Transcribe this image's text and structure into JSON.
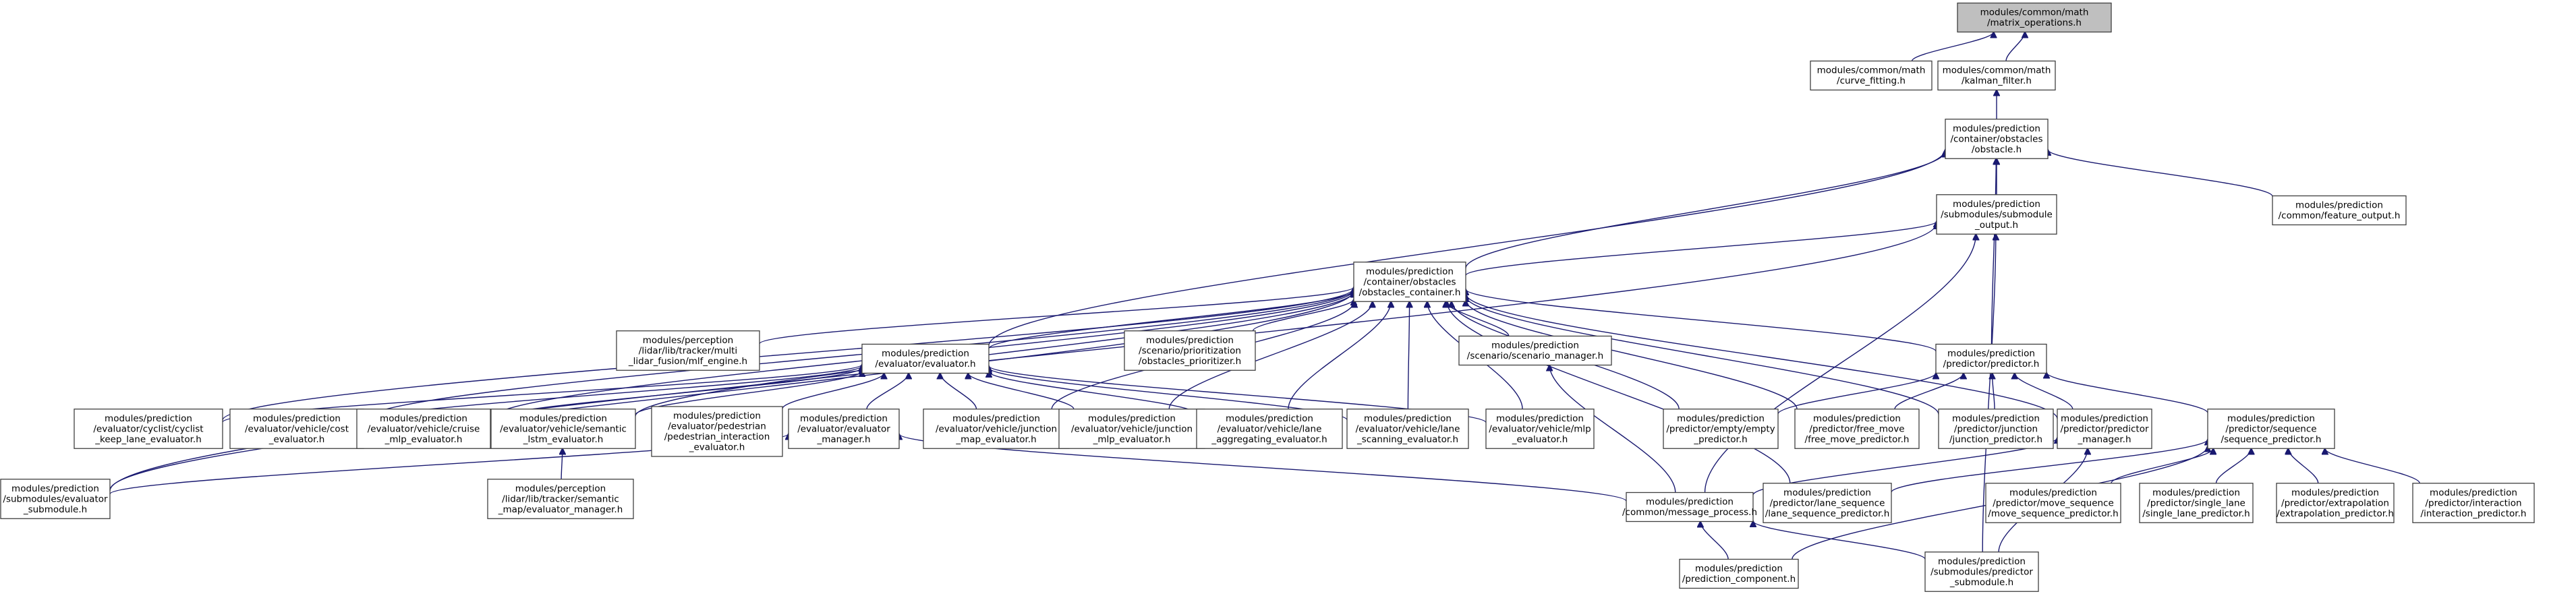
{
  "graph": {
    "edge_color": "#191970",
    "node_border_color": "#404040",
    "root_fill_color": "#bfbfbf",
    "nodes": [
      {
        "id": "n0",
        "label": "modules/common/math\n/matrix_operations.h",
        "root": true
      },
      {
        "id": "n1",
        "label": "modules/common/math\n/curve_fitting.h"
      },
      {
        "id": "n2",
        "label": "modules/common/math\n/kalman_filter.h"
      },
      {
        "id": "n3",
        "label": "modules/prediction\n/container/obstacles\n/obstacle.h"
      },
      {
        "id": "n4",
        "label": "modules/prediction\n/submodules/submodule\n_output.h"
      },
      {
        "id": "n5",
        "label": "modules/prediction\n/common/feature_output.h"
      },
      {
        "id": "n6",
        "label": "modules/prediction\n/container/obstacles\n/obstacles_container.h"
      },
      {
        "id": "n7",
        "label": "modules/perception\n/lidar/lib/tracker/multi\n_lidar_fusion/mlf_engine.h"
      },
      {
        "id": "n8",
        "label": "modules/prediction\n/evaluator/evaluator.h"
      },
      {
        "id": "n9",
        "label": "modules/prediction\n/scenario/prioritization\n/obstacles_prioritizer.h"
      },
      {
        "id": "n10",
        "label": "modules/prediction\n/scenario/scenario_manager.h"
      },
      {
        "id": "n11",
        "label": "modules/prediction\n/predictor/predictor.h"
      },
      {
        "id": "n12",
        "label": "modules/prediction\n/evaluator/cyclist/cyclist\n_keep_lane_evaluator.h"
      },
      {
        "id": "n13",
        "label": "modules/prediction\n/evaluator/vehicle/cost\n_evaluator.h"
      },
      {
        "id": "n14",
        "label": "modules/prediction\n/evaluator/vehicle/cruise\n_mlp_evaluator.h"
      },
      {
        "id": "n15",
        "label": "modules/prediction\n/evaluator/vehicle/semantic\n_lstm_evaluator.h"
      },
      {
        "id": "n16",
        "label": "modules/prediction\n/evaluator/pedestrian\n/pedestrian_interaction\n_evaluator.h"
      },
      {
        "id": "n17",
        "label": "modules/prediction\n/evaluator/evaluator\n_manager.h"
      },
      {
        "id": "n18",
        "label": "modules/prediction\n/evaluator/vehicle/junction\n_map_evaluator.h"
      },
      {
        "id": "n19",
        "label": "modules/prediction\n/evaluator/vehicle/junction\n_mlp_evaluator.h"
      },
      {
        "id": "n20",
        "label": "modules/prediction\n/evaluator/vehicle/lane\n_aggregating_evaluator.h"
      },
      {
        "id": "n21",
        "label": "modules/prediction\n/evaluator/vehicle/lane\n_scanning_evaluator.h"
      },
      {
        "id": "n22",
        "label": "modules/prediction\n/evaluator/vehicle/mlp\n_evaluator.h"
      },
      {
        "id": "n23",
        "label": "modules/prediction\n/predictor/empty/empty\n_predictor.h"
      },
      {
        "id": "n24",
        "label": "modules/prediction\n/predictor/free_move\n/free_move_predictor.h"
      },
      {
        "id": "n25",
        "label": "modules/prediction\n/predictor/junction\n/junction_predictor.h"
      },
      {
        "id": "n26",
        "label": "modules/prediction\n/predictor/predictor\n_manager.h"
      },
      {
        "id": "n27",
        "label": "modules/prediction\n/predictor/sequence\n/sequence_predictor.h"
      },
      {
        "id": "n28",
        "label": "modules/prediction\n/submodules/evaluator\n_submodule.h"
      },
      {
        "id": "n29",
        "label": "modules/perception\n/lidar/lib/tracker/semantic\n_map/evaluator_manager.h"
      },
      {
        "id": "n30",
        "label": "modules/prediction\n/common/message_process.h"
      },
      {
        "id": "n31",
        "label": "modules/prediction\n/predictor/lane_sequence\n/lane_sequence_predictor.h"
      },
      {
        "id": "n32",
        "label": "modules/prediction\n/predictor/move_sequence\n/move_sequence_predictor.h"
      },
      {
        "id": "n33",
        "label": "modules/prediction\n/predictor/single_lane\n/single_lane_predictor.h"
      },
      {
        "id": "n34",
        "label": "modules/prediction\n/predictor/extrapolation\n/extrapolation_predictor.h"
      },
      {
        "id": "n35",
        "label": "modules/prediction\n/predictor/interaction\n/interaction_predictor.h"
      },
      {
        "id": "n36",
        "label": "modules/prediction\n/prediction_component.h"
      },
      {
        "id": "n37",
        "label": "modules/prediction\n/submodules/predictor\n_submodule.h"
      }
    ],
    "edges": [
      [
        "n0",
        "n1"
      ],
      [
        "n0",
        "n2"
      ],
      [
        "n2",
        "n3"
      ],
      [
        "n3",
        "n4"
      ],
      [
        "n3",
        "n5"
      ],
      [
        "n3",
        "n6"
      ],
      [
        "n3",
        "n8"
      ],
      [
        "n3",
        "n11"
      ],
      [
        "n4",
        "n6"
      ],
      [
        "n4",
        "n28"
      ],
      [
        "n4",
        "n37"
      ],
      [
        "n4",
        "n30"
      ],
      [
        "n6",
        "n7"
      ],
      [
        "n6",
        "n8"
      ],
      [
        "n6",
        "n9"
      ],
      [
        "n6",
        "n10"
      ],
      [
        "n6",
        "n11"
      ],
      [
        "n6",
        "n12"
      ],
      [
        "n6",
        "n13"
      ],
      [
        "n6",
        "n14"
      ],
      [
        "n6",
        "n15"
      ],
      [
        "n6",
        "n18"
      ],
      [
        "n6",
        "n19"
      ],
      [
        "n6",
        "n20"
      ],
      [
        "n6",
        "n21"
      ],
      [
        "n6",
        "n22"
      ],
      [
        "n6",
        "n23"
      ],
      [
        "n6",
        "n24"
      ],
      [
        "n6",
        "n25"
      ],
      [
        "n6",
        "n26"
      ],
      [
        "n6",
        "n31"
      ],
      [
        "n6",
        "n28"
      ],
      [
        "n8",
        "n12"
      ],
      [
        "n8",
        "n13"
      ],
      [
        "n8",
        "n14"
      ],
      [
        "n8",
        "n15"
      ],
      [
        "n8",
        "n16"
      ],
      [
        "n8",
        "n17"
      ],
      [
        "n8",
        "n18"
      ],
      [
        "n8",
        "n19"
      ],
      [
        "n8",
        "n20"
      ],
      [
        "n8",
        "n21"
      ],
      [
        "n8",
        "n22"
      ],
      [
        "n10",
        "n30"
      ],
      [
        "n11",
        "n23"
      ],
      [
        "n11",
        "n24"
      ],
      [
        "n11",
        "n25"
      ],
      [
        "n11",
        "n26"
      ],
      [
        "n11",
        "n27"
      ],
      [
        "n15",
        "n29"
      ],
      [
        "n17",
        "n28"
      ],
      [
        "n17",
        "n30"
      ],
      [
        "n26",
        "n30"
      ],
      [
        "n26",
        "n37"
      ],
      [
        "n27",
        "n31"
      ],
      [
        "n27",
        "n32"
      ],
      [
        "n27",
        "n33"
      ],
      [
        "n27",
        "n34"
      ],
      [
        "n27",
        "n35"
      ],
      [
        "n27",
        "n36"
      ],
      [
        "n30",
        "n36"
      ],
      [
        "n30",
        "n37"
      ]
    ]
  }
}
